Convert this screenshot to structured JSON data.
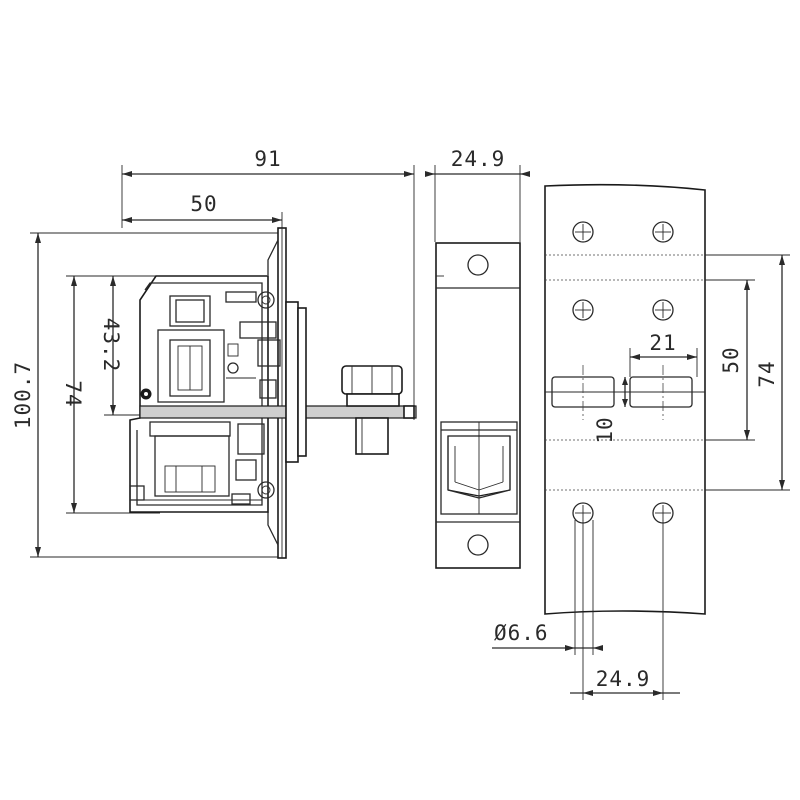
{
  "drawing": {
    "dimensions": {
      "overall_depth": "91",
      "body_depth": "50",
      "module_width_top": "24.9",
      "overall_height": "100.7",
      "flange_height": "74",
      "body_height": "43.2",
      "panel_hole_spacing": "21",
      "panel_cutout_height": "50",
      "panel_overall_height": "74",
      "slot_height": "10",
      "hole_diameter": "Ø6.6",
      "module_width_bottom": "24.9"
    }
  }
}
